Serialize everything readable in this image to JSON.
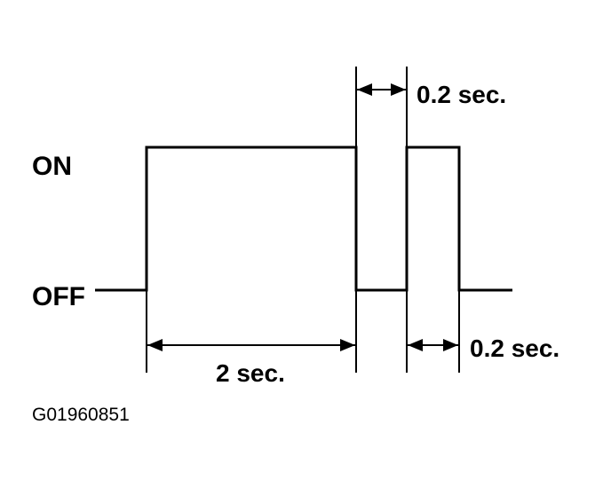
{
  "diagram": {
    "state_on": "ON",
    "state_off": "OFF",
    "duration_on_long": "2 sec.",
    "duration_off_gap": "0.2 sec.",
    "duration_on_short": "0.2 sec.",
    "figure_code": "G01960851",
    "timing_sequence": [
      {
        "state": "OFF"
      },
      {
        "state": "ON",
        "duration_s": 2
      },
      {
        "state": "OFF",
        "duration_s": 0.2
      },
      {
        "state": "ON",
        "duration_s": 0.2
      },
      {
        "state": "OFF"
      }
    ]
  }
}
